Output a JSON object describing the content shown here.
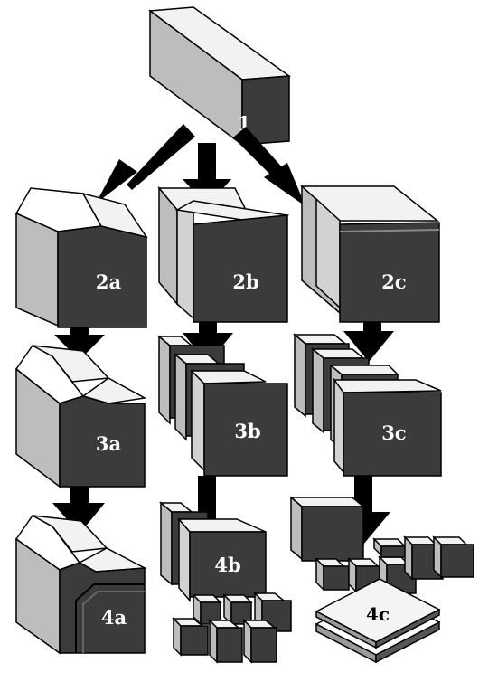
{
  "labels": {
    "l1": "1",
    "l2a": "2a",
    "l2b": "2b",
    "l2c": "2c",
    "l3a": "3a",
    "l3b": "3b",
    "l3c": "3c",
    "l4a": "4a",
    "l4b": "4b",
    "l4c": "4c"
  }
}
